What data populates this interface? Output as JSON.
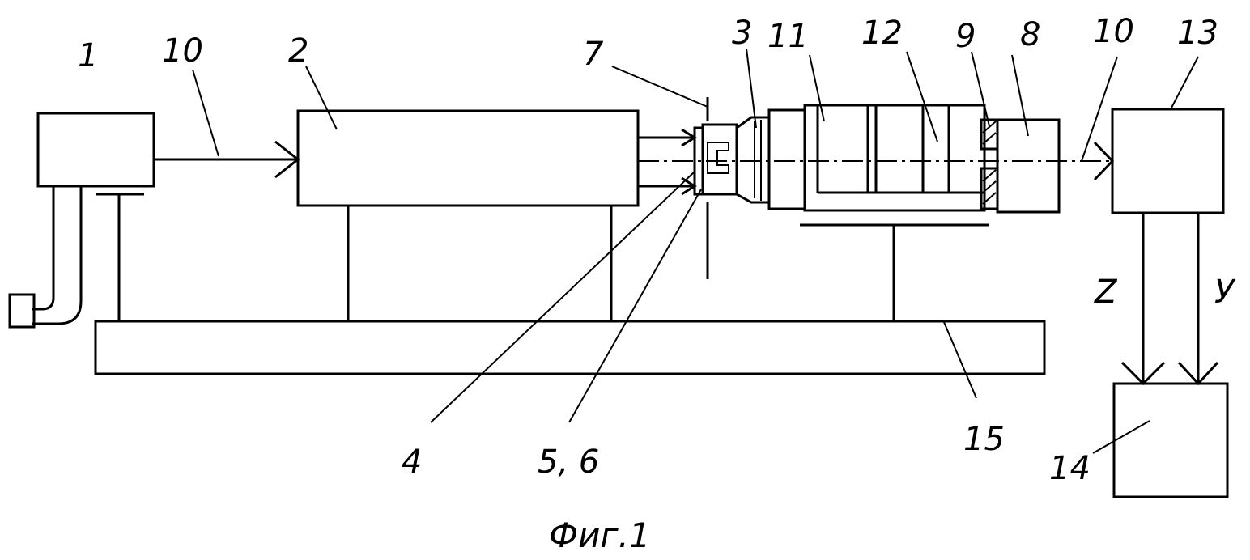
{
  "caption": "Фиг.1",
  "labels": {
    "l1": "1",
    "l2": "2",
    "l3": "3",
    "l4": "4",
    "l56": "5, 6",
    "l7": "7",
    "l8": "8",
    "l9": "9",
    "l10a": "10",
    "l10b": "10",
    "l11": "11",
    "l12": "12",
    "l13": "13",
    "l14": "14",
    "l15": "15",
    "lZ": "Z",
    "lY": "У"
  }
}
